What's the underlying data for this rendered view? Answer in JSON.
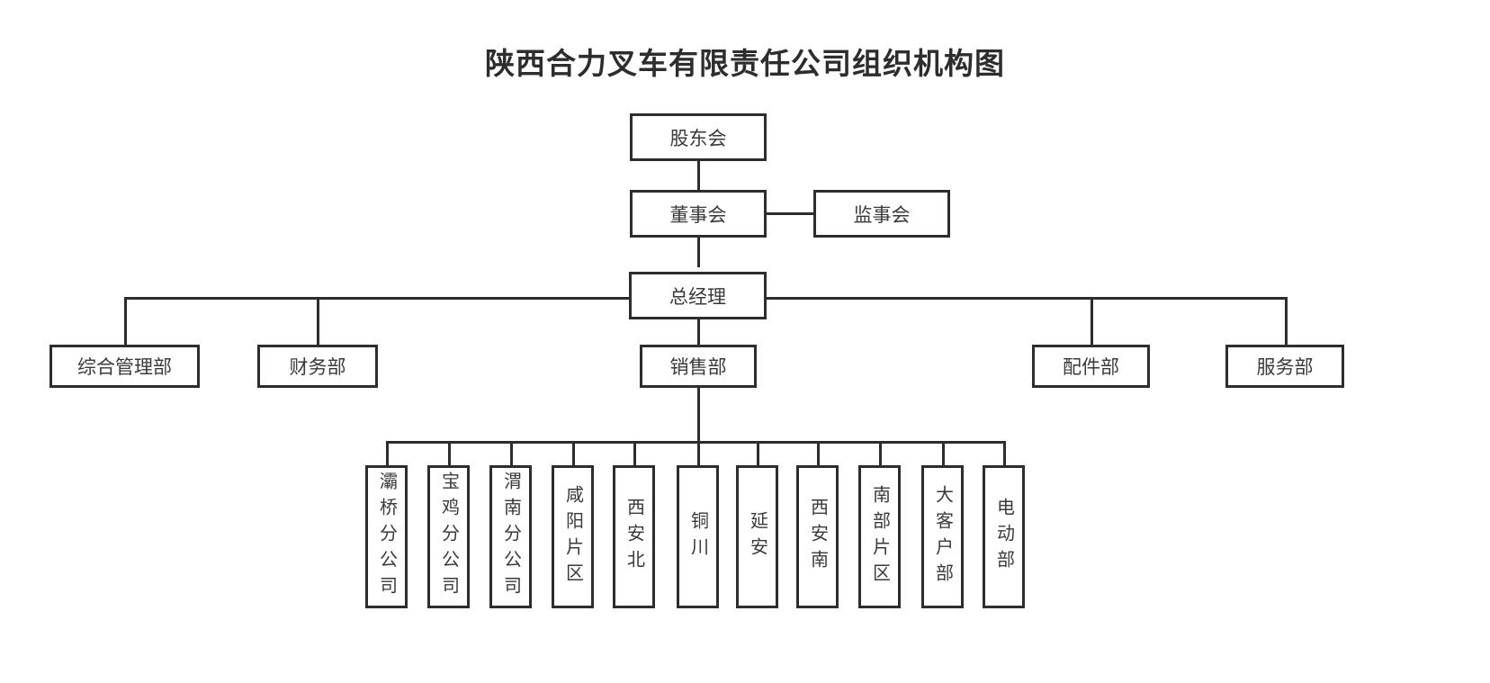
{
  "title": "陕西合力叉车有限责任公司组织机构图",
  "theme": {
    "line_color": "#2d2d2d",
    "text_color": "#3a3a3a",
    "background": "#ffffff"
  },
  "nodes": {
    "shareholders": "股东会",
    "board_of_directors": "董事会",
    "board_of_supervisors": "监事会",
    "general_manager": "总经理",
    "comprehensive_management": "综合管理部",
    "finance": "财务部",
    "sales": "销售部",
    "parts": "配件部",
    "service": "服务部"
  },
  "sales_units": [
    {
      "name": "灞桥分公司"
    },
    {
      "name": "宝鸡分公司"
    },
    {
      "name": "渭南分公司"
    },
    {
      "name": "咸阳片区"
    },
    {
      "name": "西安北"
    },
    {
      "name": "铜川"
    },
    {
      "name": "延安"
    },
    {
      "name": "西安南"
    },
    {
      "name": "南部片区"
    },
    {
      "name": "大客户部"
    },
    {
      "name": "电动部"
    }
  ]
}
